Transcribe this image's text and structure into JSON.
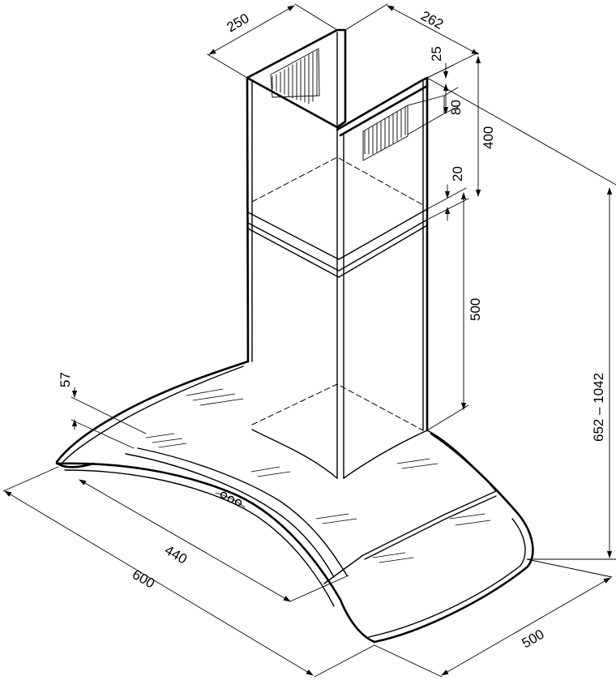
{
  "diagram": {
    "labels": {
      "chimney_depth": "250",
      "chimney_width": "262",
      "outlet_top": "25",
      "outlet_height": "80",
      "upper_chimney": "400",
      "overlap": "20",
      "lower_chimney": "500",
      "canopy_thickness": "57",
      "total_height": "652 – 1042",
      "glass_width": "440",
      "hood_width": "600",
      "hood_depth": "500"
    },
    "controls": {
      "button_count": 3
    },
    "colors": {
      "line": "#000000",
      "background": "#ffffff"
    }
  }
}
